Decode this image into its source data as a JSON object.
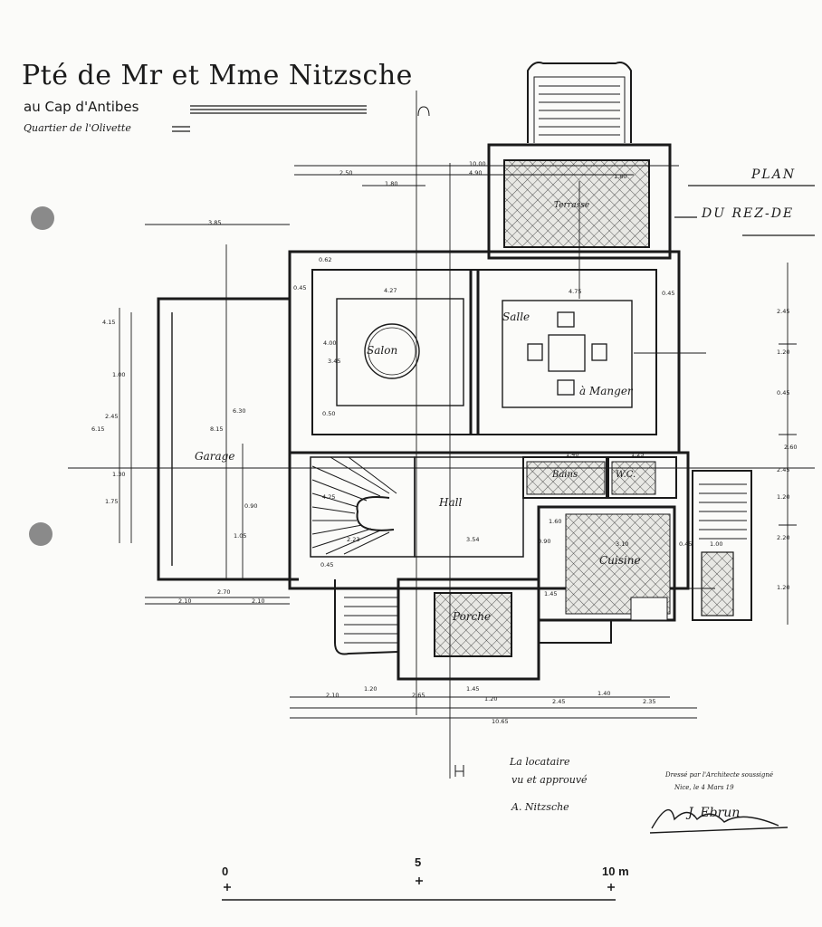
{
  "header": {
    "title": "Pté de Mr et Mme Nitzsche",
    "location": "au Cap d'Antibes",
    "district": "Quartier de l'Olivette"
  },
  "plan_title": {
    "line1": "PLAN",
    "line2": "DU REZ-DE"
  },
  "rooms": {
    "salon": "Salon",
    "salle": "Salle",
    "manger": "à Manger",
    "garage": "Garage",
    "hall": "Hall",
    "bains": "Bains",
    "wc": "W.C.",
    "cuisine": "Cuisine",
    "terrasse": "Terrasse",
    "porche": "Porche"
  },
  "dimensions": {
    "top": [
      "10.00",
      "2.50",
      "4.90",
      "1.80",
      "1.80"
    ],
    "garage_top": "3.85",
    "salon_row": [
      "0.45",
      "4.27",
      "4.75",
      "0.45",
      "0.62"
    ],
    "left": [
      "4.15",
      "1.00",
      "6.15",
      "2.45",
      "8.15",
      "6.30",
      "1.30",
      "1.75",
      "1.05",
      "0.90"
    ],
    "inner": [
      "4.00",
      "0.50",
      "1.40",
      "1.25",
      "3.54",
      "2.23",
      "0.45",
      "1.60",
      "0.90",
      "1.45",
      "3.10",
      "0.45",
      "1.00",
      "4.25",
      "3.45"
    ],
    "bottom_left": [
      "2.70",
      "2.10",
      "2.10"
    ],
    "bottom": [
      "2.10",
      "1.20",
      "2.65",
      "1.45",
      "1.20",
      "2.45",
      "1.40",
      "2.35"
    ],
    "total": "10.65",
    "right": [
      "2.45",
      "1.20",
      "0.45",
      "2.60",
      "2.45",
      "1.20",
      "2.20",
      "1.20"
    ]
  },
  "approval": {
    "line1": "La locataire",
    "line2": "vu et approuvé",
    "signature": "A. Nitzsche"
  },
  "architect": {
    "line1": "Dressé par l'Architecte soussigné",
    "line2": "Nice, le 4 Mars 19",
    "signature": "J. Ebrun"
  },
  "scale": {
    "labels": [
      "0",
      "5",
      "10 m"
    ]
  },
  "colors": {
    "ink": "#1a1a1a",
    "paper": "#fbfbf9",
    "punch_hole": "#8a8a8a"
  }
}
